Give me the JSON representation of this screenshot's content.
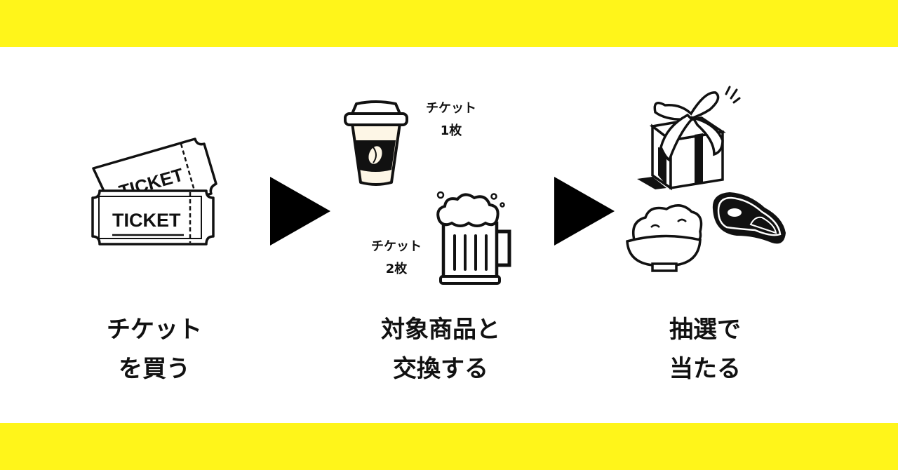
{
  "colors": {
    "accent": "#FFF51A",
    "ink": "#111111"
  },
  "steps": [
    {
      "title_line1": "チケット",
      "title_line2": "を買う",
      "icon": "ticket-icon",
      "ticket_back_text": "TICKET",
      "ticket_front_text": "TICKET"
    },
    {
      "title_line1": "対象商品と",
      "title_line2": "交換する",
      "icon": "coffee-beer-icon",
      "items": [
        {
          "name": "coffee",
          "label_line1": "チケット",
          "label_line2": "1枚"
        },
        {
          "name": "beer",
          "label_line1": "チケット",
          "label_line2": "2枚"
        }
      ]
    },
    {
      "title_line1": "抽選で",
      "title_line2": "当たる",
      "icon": "prize-icon"
    }
  ]
}
